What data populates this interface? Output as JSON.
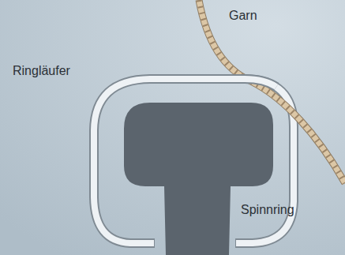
{
  "diagram": {
    "labels": [
      "Garn",
      "Ringläufer",
      "Spinnring"
    ]
  }
}
